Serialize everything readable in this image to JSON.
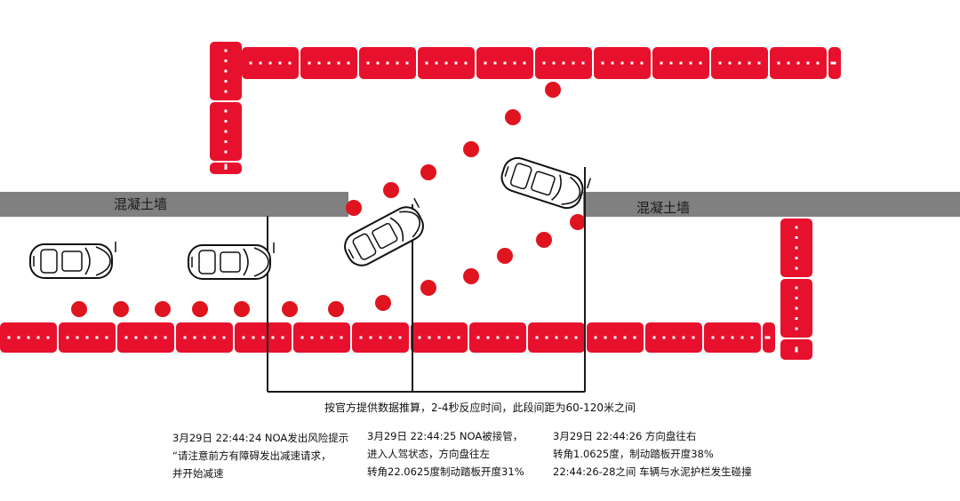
{
  "wall_label_left": "混凝土墙",
  "wall_label_right": "混凝土墙",
  "caption": "按官方提供数据推算，2-4秒反应时间，此段间距为60-120米之间",
  "notes": [
    {
      "lines": [
        "3月29日 22:44:24 NOA发出风险提示",
        "“请注意前方有障碍发出减速请求，",
        "并开始减速"
      ]
    },
    {
      "lines": [
        "3月29日 22:44:25 NOA被接管，",
        "进入人驾状态，方向盘往左",
        "转角22.0625度制动踏板开度31%"
      ]
    },
    {
      "lines": [
        "3月29日 22:44:26 方向盘往右",
        "转角1.0625度，制动踏板开度38%",
        "22:44:26-28之间 车辆与水泥护栏发生碰撞"
      ]
    }
  ],
  "colors": {
    "barrier": "#e8112d",
    "dot": "#e0141e",
    "wall": "#808080",
    "line": "#1a1a1a"
  }
}
